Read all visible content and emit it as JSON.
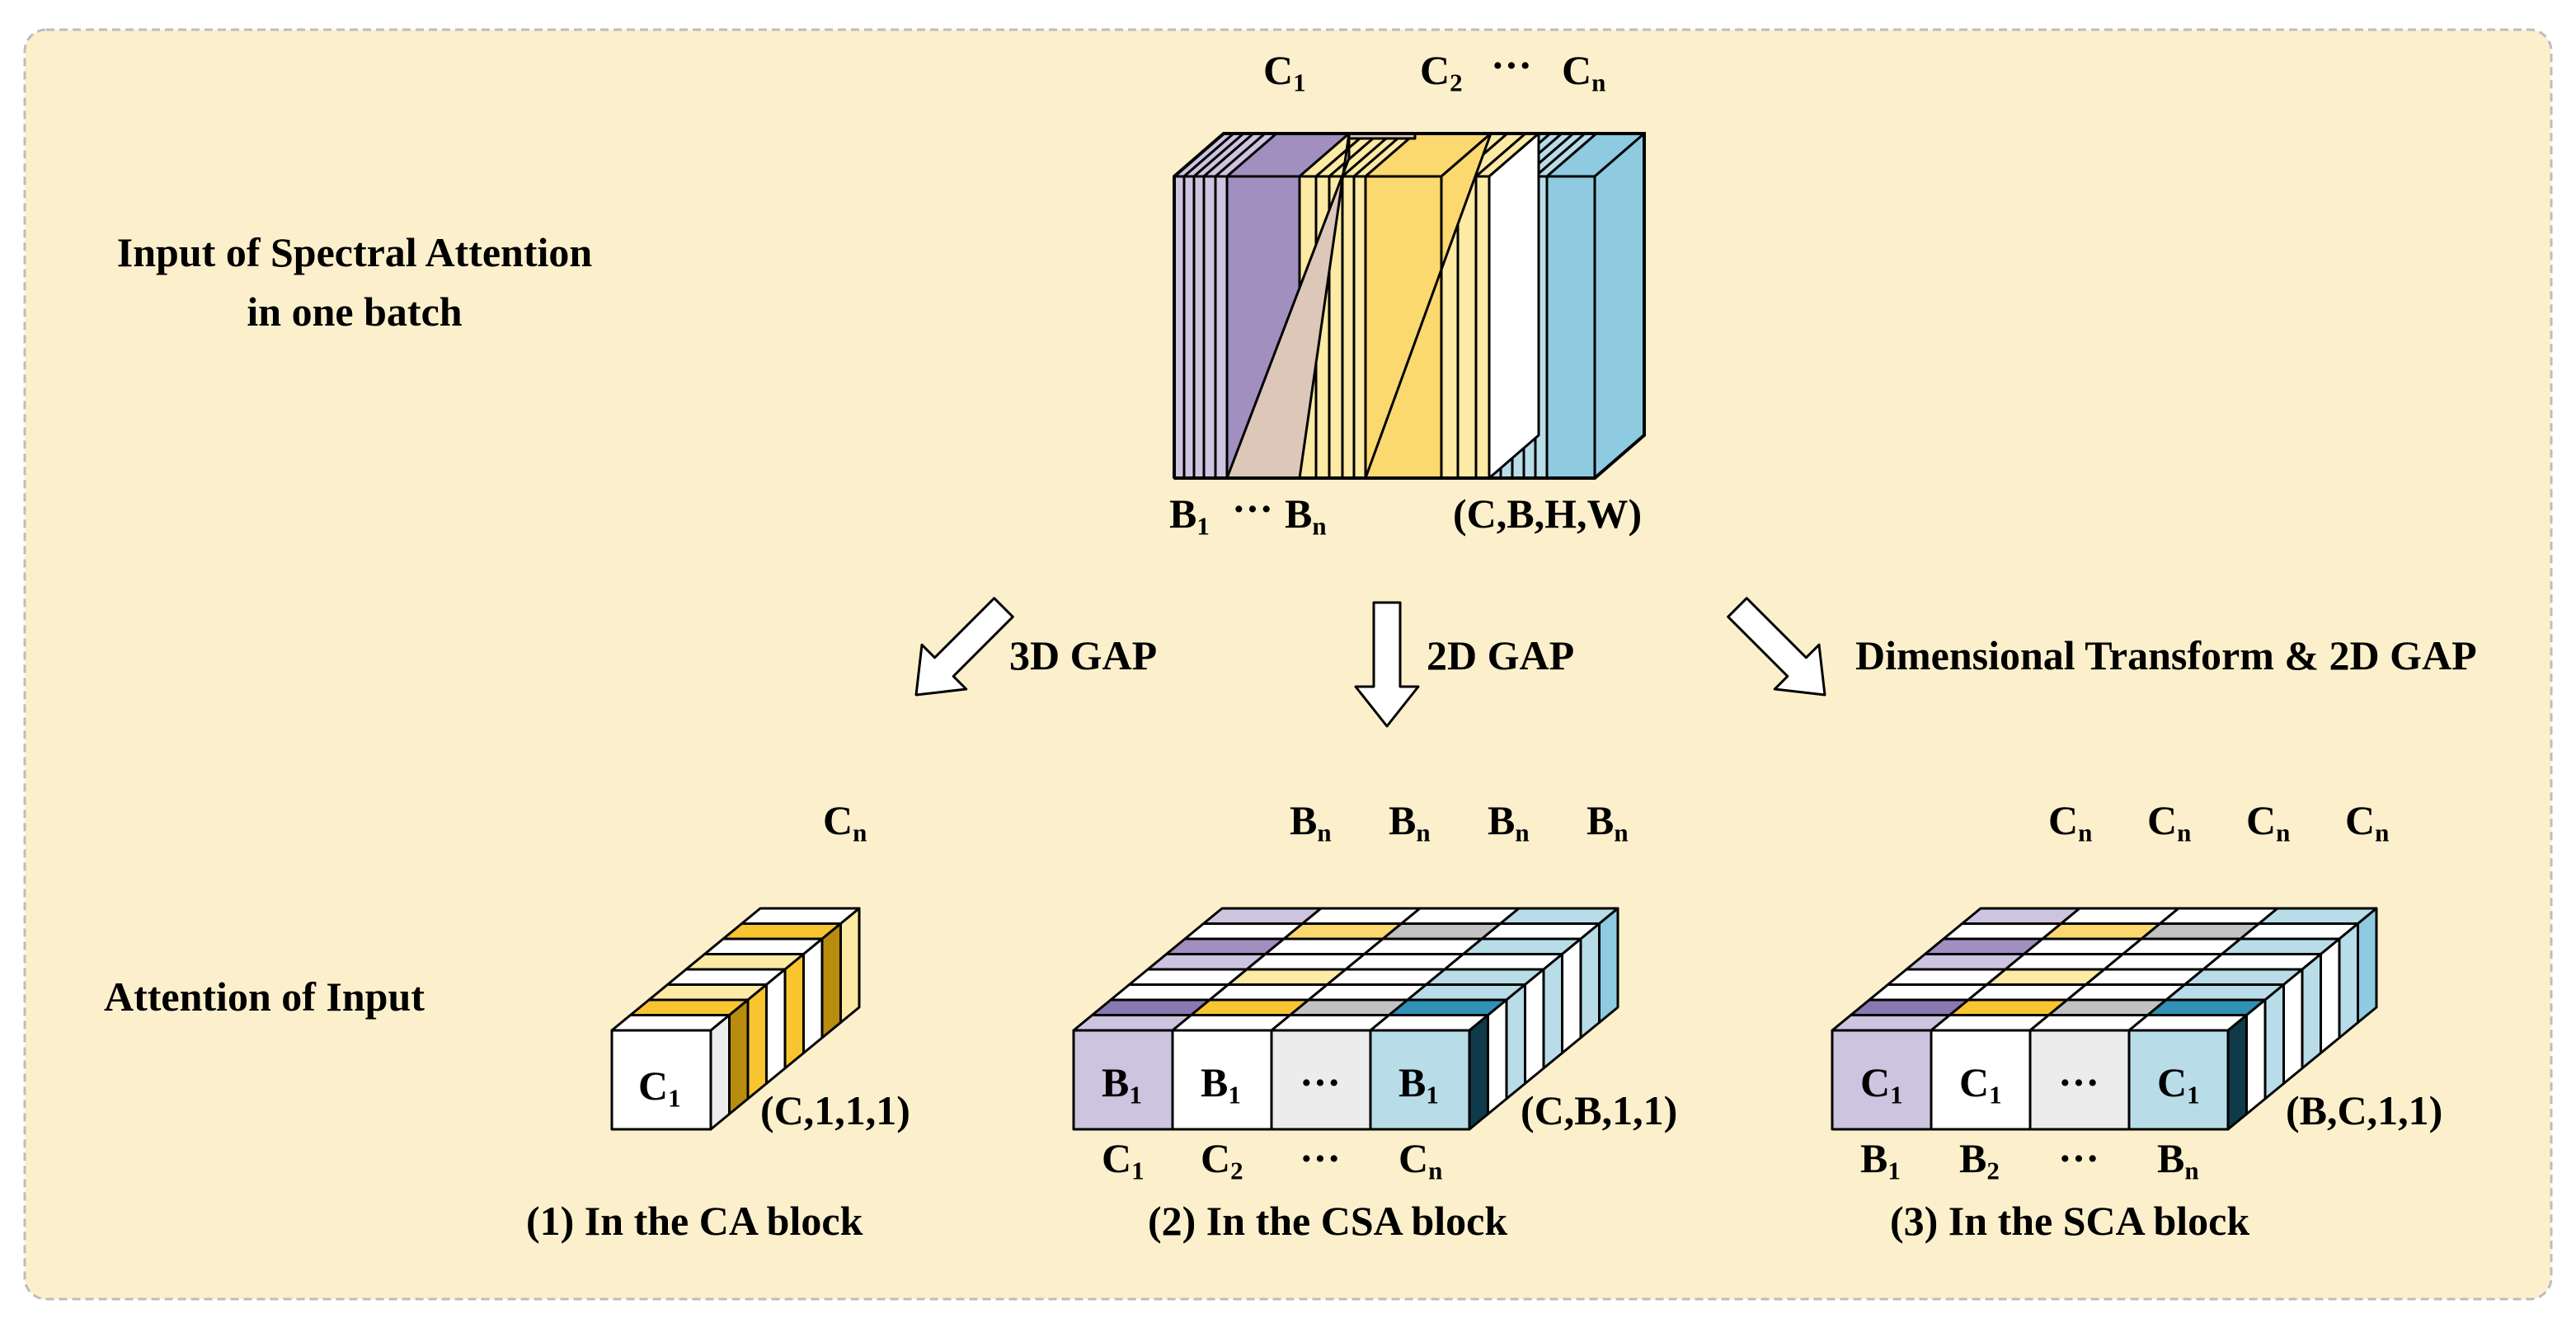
{
  "input_section": {
    "title_line1": "Input of Spectral Attention",
    "title_line2": "in one batch",
    "labels": {
      "c1": {
        "base": "C",
        "sub": "1"
      },
      "c2": {
        "base": "C",
        "sub": "2"
      },
      "dots": "···",
      "cn": {
        "base": "C",
        "sub": "n"
      },
      "b1": {
        "base": "B",
        "sub": "1"
      },
      "bn": {
        "base": "B",
        "sub": "n"
      },
      "shape": "(C,B,H,W)"
    }
  },
  "arrows": {
    "left": "3D GAP",
    "middle": "2D GAP",
    "right": "Dimensional Transform & 2D GAP"
  },
  "attention_title": "Attention of Input",
  "blocks": {
    "ca": {
      "caption": "(1) In the  CA block",
      "shape": "(C,1,1,1)",
      "top_label": {
        "base": "C",
        "sub": "n"
      },
      "front_label": {
        "base": "C",
        "sub": "1"
      }
    },
    "csa": {
      "caption": "(2) In the  CSA block",
      "shape": "(C,B,1,1)",
      "top_labels": [
        {
          "base": "B",
          "sub": "n"
        },
        {
          "base": "B",
          "sub": "n"
        },
        {
          "base": "B",
          "sub": "n"
        },
        {
          "base": "B",
          "sub": "n"
        }
      ],
      "front_labels": [
        {
          "base": "B",
          "sub": "1"
        },
        {
          "base": "B",
          "sub": "1"
        },
        {
          "plain": "···"
        },
        {
          "base": "B",
          "sub": "1"
        }
      ],
      "bottom_labels": [
        {
          "base": "C",
          "sub": "1"
        },
        {
          "base": "C",
          "sub": "2"
        },
        {
          "plain": "···"
        },
        {
          "base": "C",
          "sub": "n"
        }
      ]
    },
    "sca": {
      "caption": "(3) In the SCA block",
      "shape": "(B,C,1,1)",
      "top_labels": [
        {
          "base": "C",
          "sub": "n"
        },
        {
          "base": "C",
          "sub": "n"
        },
        {
          "base": "C",
          "sub": "n"
        },
        {
          "base": "C",
          "sub": "n"
        }
      ],
      "front_labels": [
        {
          "base": "C",
          "sub": "1"
        },
        {
          "base": "C",
          "sub": "1"
        },
        {
          "plain": "···"
        },
        {
          "base": "C",
          "sub": "1"
        }
      ],
      "bottom_labels": [
        {
          "base": "B",
          "sub": "1"
        },
        {
          "base": "B",
          "sub": "2"
        },
        {
          "plain": "···"
        },
        {
          "base": "B",
          "sub": "n"
        }
      ]
    }
  },
  "colors": {
    "background": "#fcf0cc",
    "border": "#bdbdbd",
    "purple": "#a18fc0",
    "purple_light": "#cdc4e0",
    "purple_dark": "#8a78b0",
    "yellow": "#fbd96f",
    "yellow_strong": "#f8c531",
    "yellow_light": "#fdeaa4",
    "yellow_dark": "#b98c10",
    "blue": "#8ecae0",
    "blue_light": "#b8dde9",
    "blue_dark": "#2f91b5",
    "tan": "#dcc7b8",
    "gray": "#c2c2c2",
    "gray_light": "#ececec",
    "white": "#ffffff",
    "navy": "#0e3a4a"
  }
}
